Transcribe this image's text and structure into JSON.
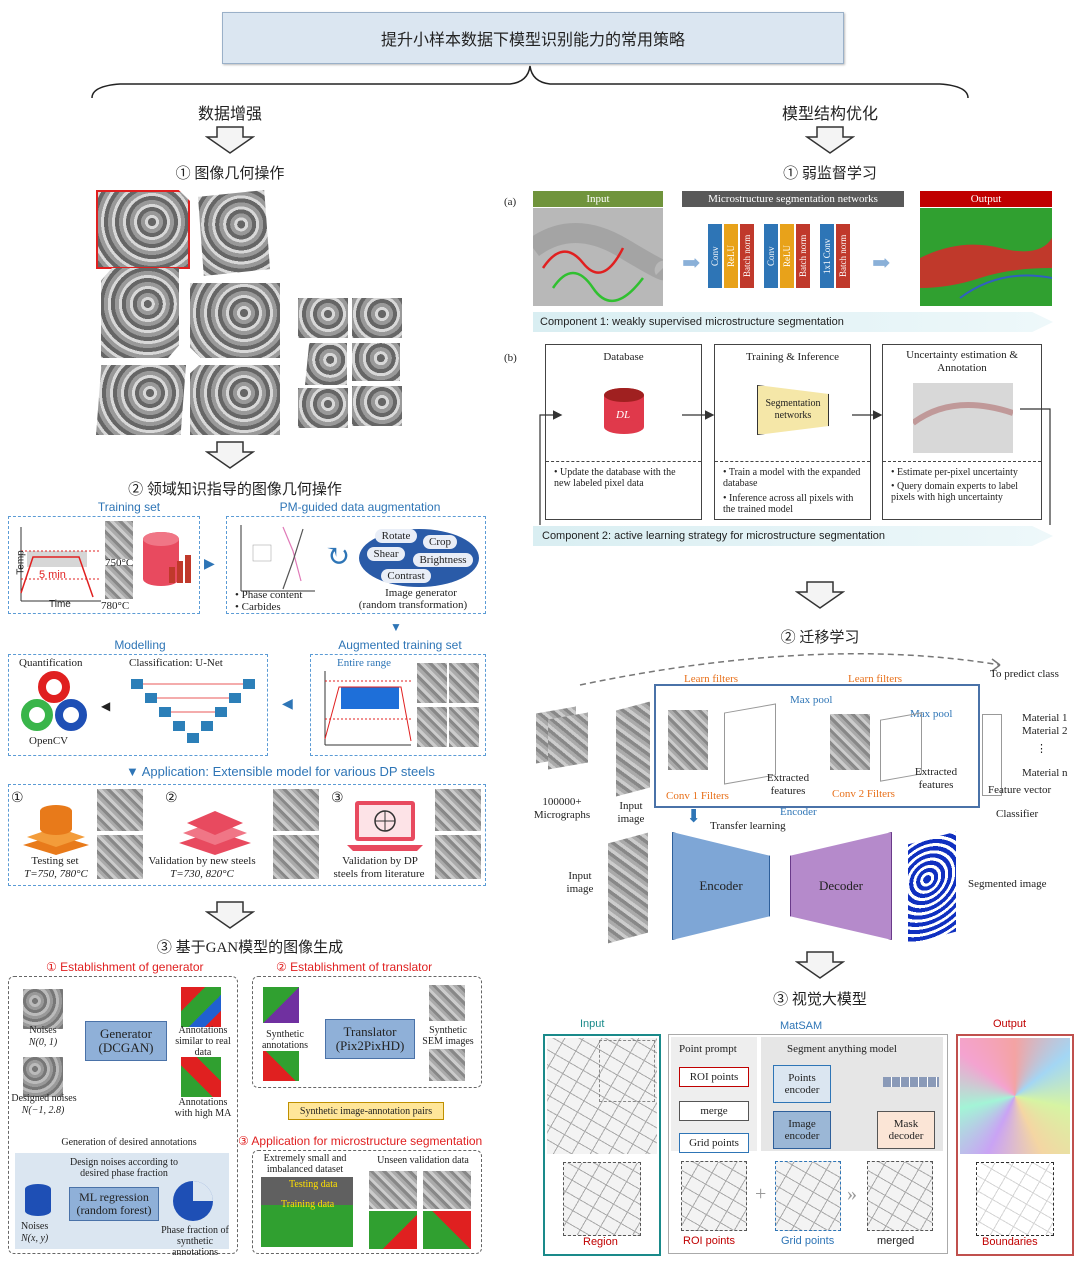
{
  "title": "提升小样本数据下模型识别能力的常用策略",
  "left": {
    "heading": "数据增强",
    "s1": "① 图像几何操作",
    "s2": "② 领域知识指导的图像几何操作",
    "s3": "③ 基于GAN模型的图像生成",
    "training_set": "Training set",
    "pm_guided": "PM-guided data augmentation",
    "t750": "750°C",
    "t780": "780°C",
    "min5": "5 min",
    "time": "Time",
    "temp": "Temp",
    "phase_content": "Phase content",
    "carbides": "Carbides",
    "ops": {
      "rotate": "Rotate",
      "crop": "Crop",
      "shear": "Shear",
      "brightness": "Brightness",
      "contrast": "Contrast"
    },
    "image_generator": "Image generator",
    "random_transform": "(random transformation)",
    "modelling": "Modelling",
    "augmented_set": "Augmented training set",
    "quantification": "Quantification",
    "classification": "Classification: U-Net",
    "opencv": "OpenCV",
    "entire_range": "Entire range",
    "application": "Application: Extensible model for various DP steels",
    "testing_set": "Testing set",
    "testing_T": "T=750, 780°C",
    "validation_new": "Validation by new steels",
    "validation_new_T": "T=730, 820°C",
    "validation_dp": "Validation by DP",
    "validation_dp2": "steels from literature",
    "num1": "①",
    "num2": "②",
    "num3": "③",
    "gan": {
      "est_gen": "① Establishment of generator",
      "est_trans": "② Establishment of translator",
      "noises": "Noises",
      "n01": "N(0, 1)",
      "designed_noises": "Designed noises",
      "n128": "N(−1, 2.8)",
      "generator": "Generator",
      "dcgan": "(DCGAN)",
      "ann_similar": "Annotations similar to real data",
      "ann_high": "Annotations with high MA",
      "synthetic_ann": "Synthetic annotations",
      "translator": "Translator",
      "pix2pix": "(Pix2PixHD)",
      "synthetic_sem": "Synthetic SEM images",
      "pairs": "Synthetic image-annotation pairs",
      "app_seg": "③ Application for microstructure segmentation",
      "gen_desired": "Generation of desired annotations",
      "design_noises": "Design noises according to desired phase fraction",
      "ml_reg": "ML regression",
      "rf": "(random forest)",
      "noises2": "Noises",
      "nxy": "N(x, y)",
      "phase_fraction": "Phase fraction of synthetic annotations",
      "extremely_small": "Extremely small and imbalanced dataset",
      "unseen": "Unseen validation data",
      "testing_data": "Testing data",
      "training_data": "Training data"
    }
  },
  "right": {
    "heading": "模型结构优化",
    "s1": "① 弱监督学习",
    "s2": "② 迁移学习",
    "s3": "③ 视觉大模型",
    "a": "(a)",
    "b": "(b)",
    "input": "Input",
    "msn": "Microstructure segmentation networks",
    "output": "Output",
    "layers": [
      "Conv",
      "ReLU",
      "Batch norm",
      "Conv",
      "ReLU",
      "Batch norm",
      "1x1 Conv",
      "Batch norm"
    ],
    "comp1": "Component 1: weakly supervised microstructure segmentation",
    "database": "Database",
    "train_inf": "Training & Inference",
    "uncert": "Uncertainty estimation & Annotation",
    "dl": "DL",
    "seg_net": "Segmentation networks",
    "b1": "Update the database with the new labeled pixel data",
    "b2a": "Train a model with the expanded database",
    "b2b": "Inference across all pixels with the trained model",
    "b3a": "Estimate per-pixel uncertainty",
    "b3b": "Query domain experts to label pixels with high uncertainty",
    "comp2": "Component 2: active learning strategy for microstructure segmentation",
    "tl": {
      "learn1": "Learn filters",
      "learn2": "Learn filters",
      "to_predict": "To predict class",
      "maxpool1": "Max pool",
      "maxpool2": "Max pool",
      "mat1": "Material 1",
      "mat2": "Material 2",
      "matn": "Material n",
      "dots": "⋮",
      "micrographs": "100000+ Micrographs",
      "input_image": "Input image",
      "extracted1": "Extracted features",
      "extracted2": "Extracted features",
      "conv1": "Conv 1 Filters",
      "conv2": "Conv 2 Filters",
      "feature_vec": "Feature vector",
      "encoder_lbl": "Encoder",
      "classifier": "Classifier",
      "transfer": "Transfer learning",
      "input_image2": "Input image",
      "encoder": "Encoder",
      "decoder": "Decoder",
      "segmented": "Segmented image"
    },
    "sam": {
      "input": "Input",
      "matsam": "MatSAM",
      "output": "Output",
      "point_prompt": "Point prompt",
      "sam_model": "Segment anything model",
      "roi_points": "ROI points",
      "merge": "merge",
      "grid_points": "Grid points",
      "points_enc": "Points encoder",
      "image_enc": "Image encoder",
      "mask_dec": "Mask decoder",
      "region": "Region",
      "roi_points2": "ROI points",
      "grid_points2": "Grid points",
      "merged": "merged",
      "boundaries": "Boundaries",
      "plus": "+",
      "chev": "»"
    }
  }
}
